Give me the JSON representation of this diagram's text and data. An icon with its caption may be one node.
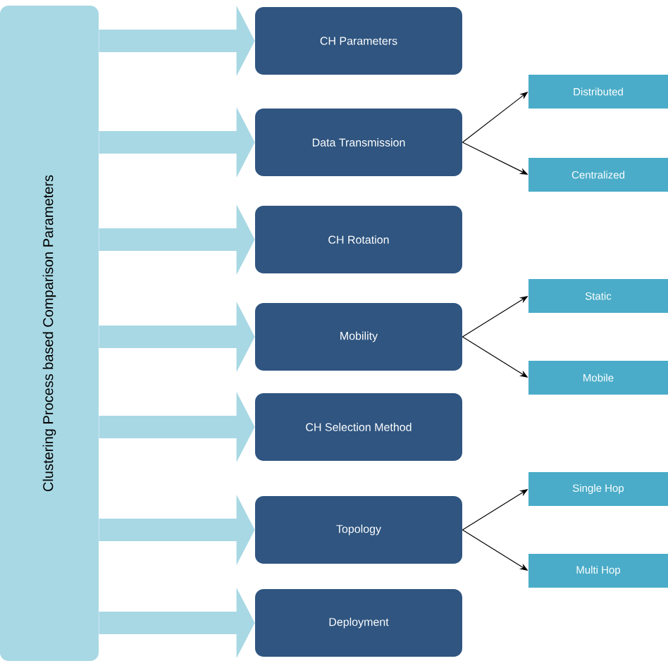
{
  "diagram": {
    "nodes": [
      {
        "text": [
          "Clustering Process based Comparison Parameters"
        ]
      },
      {
        "text": [
          "CH Parameters"
        ]
      },
      {
        "text": [
          "Data Transmission"
        ]
      },
      {
        "text": [
          "CH Rotation"
        ]
      },
      {
        "text": [
          "Mobility"
        ]
      },
      {
        "text": [
          "CH Selection Method"
        ]
      },
      {
        "text": [
          "Topology"
        ]
      },
      {
        "text": [
          "Deployment"
        ]
      },
      {
        "text": [
          "Distributed"
        ]
      },
      {
        "text": [
          "Centralized"
        ]
      },
      {
        "text": [
          "Static"
        ]
      },
      {
        "text": [
          "Mobile"
        ]
      },
      {
        "text": [
          "Single Hop"
        ]
      },
      {
        "text": [
          "Multi Hop"
        ]
      }
    ],
    "edges": [
      {
        "from": 0,
        "to": 1,
        "arrow": "to",
        "style": "thick",
        "color": "#a8d8e4"
      },
      {
        "from": 0,
        "to": 2,
        "arrow": "to",
        "style": "thick",
        "color": "#a8d8e4"
      },
      {
        "from": 0,
        "to": 3,
        "arrow": "to",
        "style": "thick",
        "color": "#a8d8e4"
      },
      {
        "from": 0,
        "to": 4,
        "arrow": "to",
        "style": "thick",
        "color": "#a8d8e4"
      },
      {
        "from": 0,
        "to": 5,
        "arrow": "to",
        "style": "thick",
        "color": "#a8d8e4"
      },
      {
        "from": 0,
        "to": 6,
        "arrow": "to",
        "style": "thick",
        "color": "#a8d8e4"
      },
      {
        "from": 0,
        "to": 7,
        "arrow": "to",
        "style": "thick",
        "color": "#a8d8e4"
      },
      {
        "from": 2,
        "to": 8,
        "arrow": "to",
        "color": "#000000"
      },
      {
        "from": 2,
        "to": 9,
        "arrow": "to",
        "color": "#000000"
      },
      {
        "from": 4,
        "to": 10,
        "arrow": "to",
        "color": "#000000"
      },
      {
        "from": 4,
        "to": 11,
        "arrow": "to",
        "color": "#000000"
      },
      {
        "from": 6,
        "to": 12,
        "arrow": "to",
        "color": "#000000"
      },
      {
        "from": 6,
        "to": 13,
        "arrow": "to",
        "color": "#000000"
      }
    ]
  }
}
